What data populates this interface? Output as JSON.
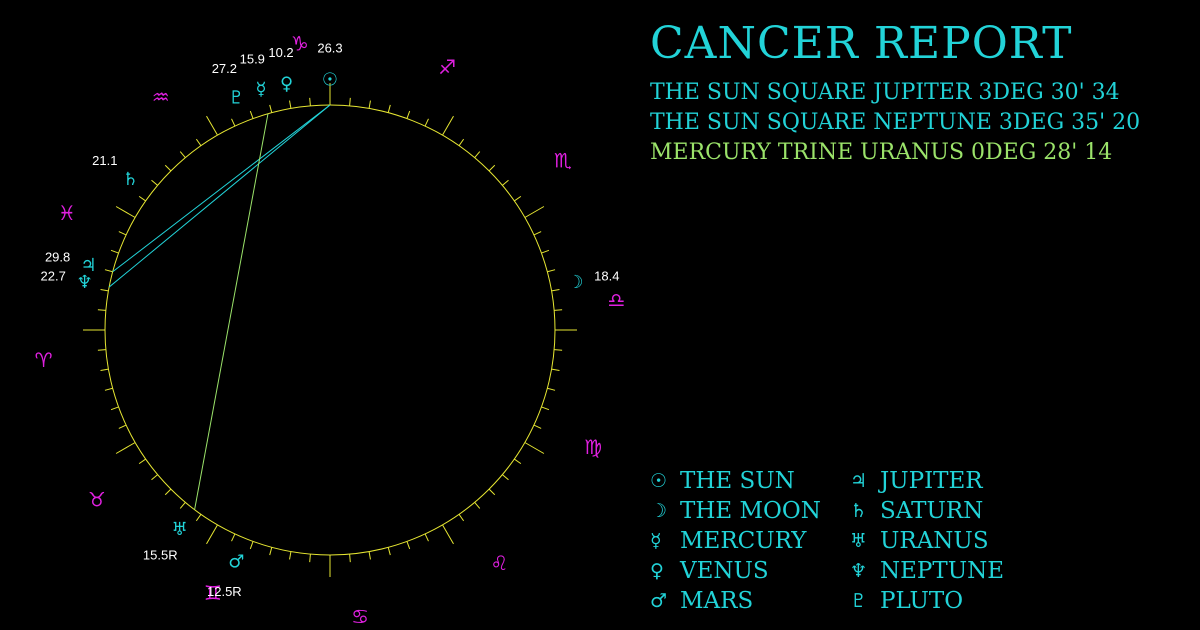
{
  "header": {
    "title": "CANCER REPORT"
  },
  "aspects": [
    {
      "text": "THE SUN SQUARE JUPITER 3DEG 30' 34",
      "color": "#22d3d8"
    },
    {
      "text": "THE SUN SQUARE NEPTUNE 3DEG 35' 20",
      "color": "#22d3d8"
    },
    {
      "text": "MERCURY TRINE URANUS 0DEG 28' 14",
      "color": "#9be36a"
    }
  ],
  "legend": [
    {
      "symbol": "☉",
      "label": "THE SUN"
    },
    {
      "symbol": "♃",
      "label": "JUPITER"
    },
    {
      "symbol": "☽",
      "label": "THE MOON"
    },
    {
      "symbol": "♄",
      "label": "SATURN"
    },
    {
      "symbol": "☿",
      "label": "MERCURY"
    },
    {
      "symbol": "♅",
      "label": "URANUS"
    },
    {
      "symbol": "♀",
      "label": "VENUS"
    },
    {
      "symbol": "♆",
      "label": "NEPTUNE"
    },
    {
      "symbol": "♂",
      "label": "MARS"
    },
    {
      "symbol": "♇",
      "label": "PLUTO"
    }
  ],
  "chart_data": {
    "type": "astrological-wheel",
    "colors": {
      "circle": "#e6e632",
      "planet": "#22d3d8",
      "sign": "#e020e0",
      "degree_label": "#ffffff",
      "aspect_square": "#22d3d8",
      "aspect_trine": "#9be36a"
    },
    "signs": [
      {
        "name": "capricorn",
        "glyph": "♑",
        "angle": 96
      },
      {
        "name": "sagittarius",
        "glyph": "♐",
        "angle": 66
      },
      {
        "name": "scorpio",
        "glyph": "♏",
        "angle": 36
      },
      {
        "name": "libra",
        "glyph": "♎",
        "angle": 6
      },
      {
        "name": "virgo",
        "glyph": "♍",
        "angle": -24
      },
      {
        "name": "leo",
        "glyph": "♌",
        "angle": -54
      },
      {
        "name": "cancer",
        "glyph": "♋",
        "angle": -84
      },
      {
        "name": "gemini",
        "glyph": "♊",
        "angle": -114
      },
      {
        "name": "taurus",
        "glyph": "♉",
        "angle": -144
      },
      {
        "name": "aries",
        "glyph": "♈",
        "angle": -174
      },
      {
        "name": "pisces",
        "glyph": "♓",
        "angle": 156
      },
      {
        "name": "aquarius",
        "glyph": "♒",
        "angle": 126
      }
    ],
    "planets": [
      {
        "name": "sun",
        "glyph": "☉",
        "degree": "26.3",
        "angle": 90
      },
      {
        "name": "moon",
        "glyph": "☽",
        "degree": "18.4",
        "angle": 11
      },
      {
        "name": "mercury",
        "glyph": "☿",
        "degree": "15.9",
        "angle": 106
      },
      {
        "name": "venus",
        "glyph": "♀",
        "degree": "10.2",
        "angle": 100
      },
      {
        "name": "mars",
        "glyph": "♂",
        "degree": "12.5R",
        "angle": -112
      },
      {
        "name": "jupiter",
        "glyph": "♃",
        "degree": "29.8",
        "angle": 165
      },
      {
        "name": "saturn",
        "glyph": "♄",
        "degree": "21.1",
        "angle": 143
      },
      {
        "name": "uranus",
        "glyph": "♅",
        "degree": "15.5R",
        "angle": -127
      },
      {
        "name": "neptune",
        "glyph": "♆",
        "degree": "22.7",
        "angle": 169
      },
      {
        "name": "pluto",
        "glyph": "♇",
        "degree": "27.2",
        "angle": 112
      }
    ],
    "aspect_lines": [
      {
        "from": "sun",
        "to": "jupiter",
        "type": "square"
      },
      {
        "from": "sun",
        "to": "neptune",
        "type": "square"
      },
      {
        "from": "mercury",
        "to": "uranus",
        "type": "trine"
      }
    ]
  }
}
